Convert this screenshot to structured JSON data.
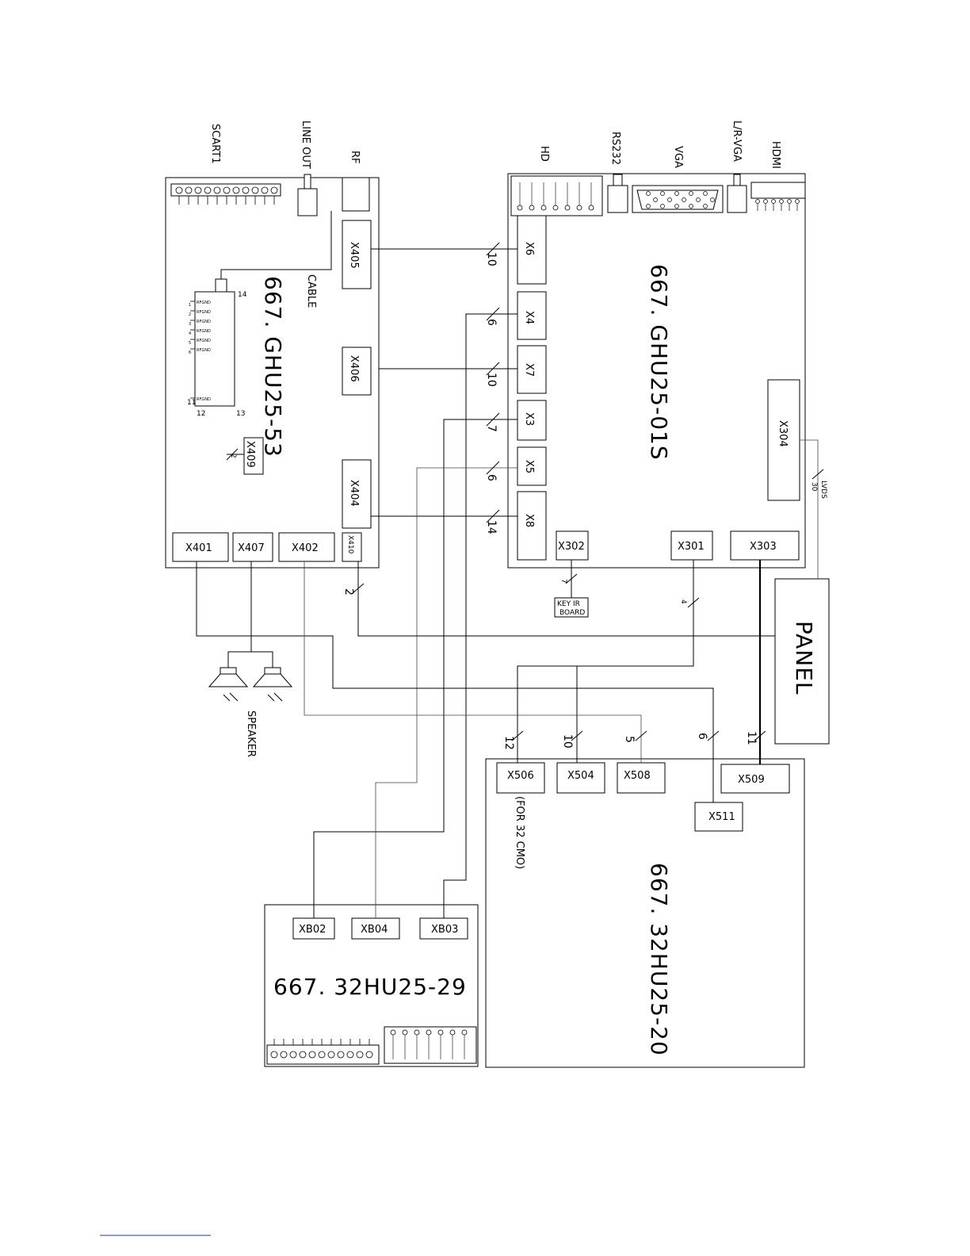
{
  "boards": {
    "ghu25_53": "667. GHU25-53",
    "ghu25_01s": "667. GHU25-01S",
    "hu25_20": "667. 32HU25-20",
    "hu25_29": "667. 32HU25-29"
  },
  "external": {
    "scart1": "SCART1",
    "line_out": "LINE OUT",
    "rf": "RF",
    "cable": "CABLE",
    "hd": "HD",
    "rs232": "RS232",
    "vga": "VGA",
    "lr_vga": "L/R-VGA",
    "hdmi": "HDMI",
    "panel": "PANEL",
    "speaker": "SPEAKER",
    "key_ir_1": "KEY IR",
    "key_ir_2": "BOARD",
    "lvds": "LVDS",
    "note_32cmo": "(FOR 32 CMO)"
  },
  "connectors": {
    "x405": "X405",
    "x406": "X406",
    "x404": "X404",
    "x409": "X409",
    "x401": "X401",
    "x407": "X407",
    "x402": "X402",
    "x410": "X410",
    "x6": "X6",
    "x4": "X4",
    "x7": "X7",
    "x3": "X3",
    "x5": "X5",
    "x8": "X8",
    "x304": "X304",
    "x302": "X302",
    "x301": "X301",
    "x303": "X303",
    "x506": "X506",
    "x504": "X504",
    "x508": "X508",
    "x509": "X509",
    "x511": "X511",
    "xb02": "XB02",
    "xb04": "XB04",
    "xb03": "XB03"
  },
  "wire_counts": {
    "x6": "10",
    "x4": "6",
    "x7": "10",
    "x3": "7",
    "x5": "6",
    "x8": "14",
    "x302": "7",
    "x410": "2",
    "x301": "4",
    "lvds": "30",
    "x409": "2",
    "x506": "12",
    "x504": "10",
    "x508": "5",
    "x511": "6",
    "x509": "11"
  },
  "tuner_pins": {
    "top": "14",
    "bottom_left": "12",
    "bottom_right": "13",
    "side": "11",
    "labels": [
      "RFGND",
      "RFGND",
      "RFGND",
      "RFGND",
      "RFGND",
      "RFGND",
      "RFGND"
    ],
    "numbers": [
      "1",
      "2",
      "3",
      "4",
      "5",
      "6"
    ]
  }
}
